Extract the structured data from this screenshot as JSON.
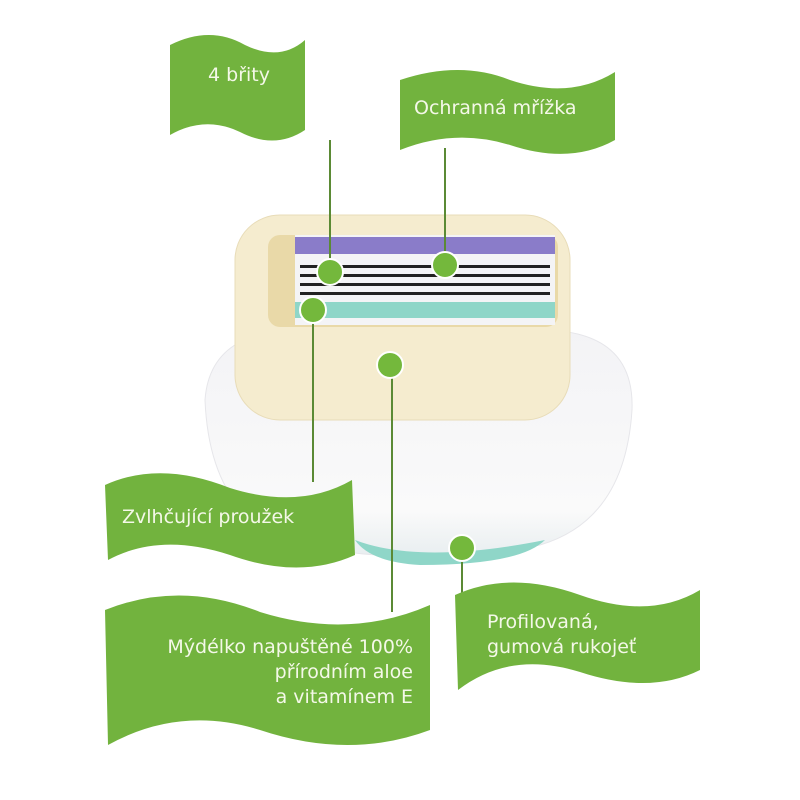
{
  "labels": {
    "blades": "4 břity",
    "guard": "Ochranná mřížka",
    "strip": "Zvlhčující proužek",
    "soap_line1": "Mýdélko napuštěné 100%",
    "soap_line2": "přírodním aloe",
    "soap_line3": "a vitamínem E",
    "handle_line1": "Profilovaná,",
    "handle_line2": "gumová rukojeť"
  },
  "colors": {
    "flag": "#72b33e",
    "dot": "#74b83c",
    "cream": "#f5eccf",
    "purple": "#8a7cc9",
    "teal": "#8fd6c8"
  }
}
